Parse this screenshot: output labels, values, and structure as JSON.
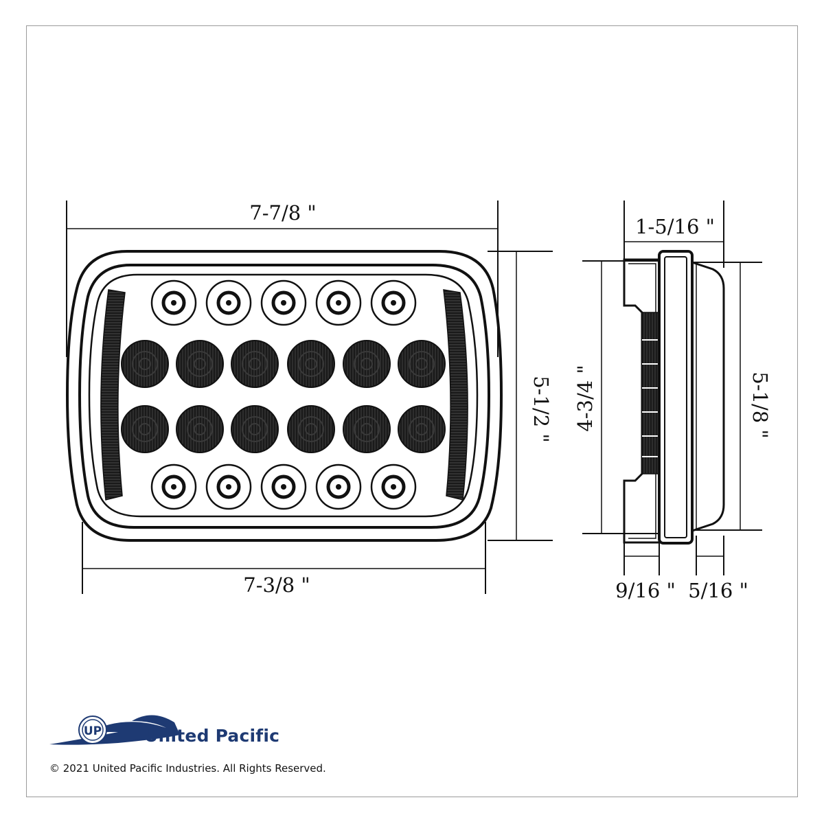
{
  "front_view": {
    "top_width": "7-7/8 \"",
    "bottom_width": "7-3/8 \"",
    "height": "5-1/2 \""
  },
  "side_view": {
    "depth": "1-5/16 \"",
    "inner_height": "4-3/4 \"",
    "outer_height": "5-1/8 \"",
    "flange_depth": "9/16 \"",
    "lens_depth": "5/16 \""
  },
  "brand": {
    "name": "United Pacific",
    "logo_letters": "UP",
    "copyright": "© 2021 United Pacific Industries. All Rights Reserved."
  },
  "colors": {
    "brand_navy": "#1e3a73",
    "line": "#111111"
  }
}
